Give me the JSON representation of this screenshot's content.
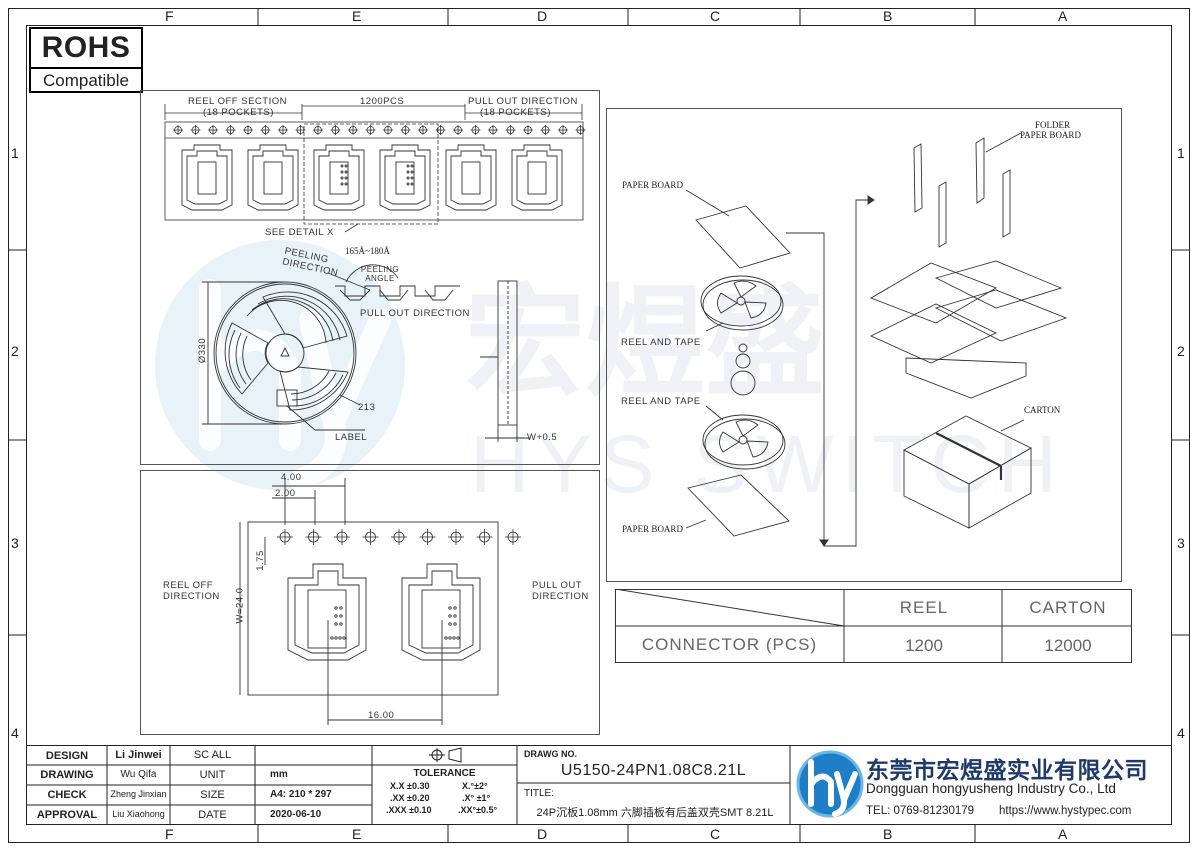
{
  "zones": {
    "cols": [
      "F",
      "E",
      "D",
      "C",
      "B",
      "A"
    ],
    "rows": [
      "1",
      "2",
      "3",
      "4"
    ]
  },
  "rohs": {
    "top": "ROHS",
    "bottom": "Compatible"
  },
  "watermark": {
    "cn": "宏煜盛",
    "en": "HYS SWITCH"
  },
  "tape": {
    "reel_off_section": "REEL OFF SECTION",
    "pockets_left": "(18 POCKETS)",
    "pcs": "1200PCS",
    "pull_out_direction": "PULL OUT DIRECTION",
    "pockets_right": "(18 POCKETS)",
    "see_detail": "SEE DETAIL X"
  },
  "reel": {
    "peeling_direction": "PEELING DIRECTION",
    "angle": "165Å~180Å",
    "peeling_angle": "PEELING ANGLE",
    "pull_out": "PULL OUT DIRECTION",
    "dia": "Ø330",
    "hub": "213",
    "label": "LABEL",
    "width": "W+0.5"
  },
  "detail": {
    "d400": "4.00",
    "d200": "2.00",
    "d175": "1.75",
    "w24": "W=24.0",
    "d1600": "16.00",
    "reel_off": "REEL OFF DIRECTION",
    "pull_out": "PULL OUT DIRECTION"
  },
  "packing": {
    "paper_board_top": "PAPER BOARD",
    "folder": "FOLDER",
    "folder_paper": "PAPER BOARD",
    "reel_tape_1": "REEL AND TAPE",
    "reel_tape_2": "REEL AND TAPE",
    "paper_board_bottom": "PAPER BOARD",
    "carton": "CARTON"
  },
  "qty": {
    "h_reel": "REEL",
    "h_carton": "CARTON",
    "row_label": "CONNECTOR (PCS)",
    "reel": "1200",
    "carton": "12000"
  },
  "titleblock": {
    "design": "DESIGN",
    "design_name": "Li Jinwei",
    "drawing": "DRAWING",
    "drawing_name": "Wu Qifa",
    "check": "CHECK",
    "check_name": "Zheng Jinxian",
    "approval": "APPROVAL",
    "approval_name": "Liu Xiaohong",
    "scall": "SC ALL",
    "scall_val": "",
    "unit": "UNIT",
    "unit_val": "mm",
    "size": "SIZE",
    "size_val": "A4: 210 * 297",
    "date": "DATE",
    "date_val": "2020-06-10",
    "tolerance": "TOLERANCE",
    "tol_l1": "X.X   ±0.30",
    "tol_l2": ".XX   ±0.20",
    "tol_l3": ".XXX  ±0.10",
    "tol_r1": "X.°±2°",
    "tol_r2": ".X° ±1°",
    "tol_r3": ".XX°±0.5°",
    "drawg_no_label": "DRAWG NO.",
    "drawg_no": "U5150-24PN1.08C8.21L",
    "title_label": "TITLE:",
    "title": "24P沉板1.08mm 六脚插板有后盖双壳SMT 8.21L",
    "company_cn": "东莞市宏煜盛实业有限公司",
    "company_en": "Dongguan hongyusheng Industry Co., Ltd",
    "tel": "TEL: 0769-81230179",
    "web": "https://www.hystypec.com",
    "logo": "hy"
  },
  "colors": {
    "logo_blue": "#1e7fc8",
    "logo_light": "#6cb6e8",
    "line": "#333333"
  }
}
